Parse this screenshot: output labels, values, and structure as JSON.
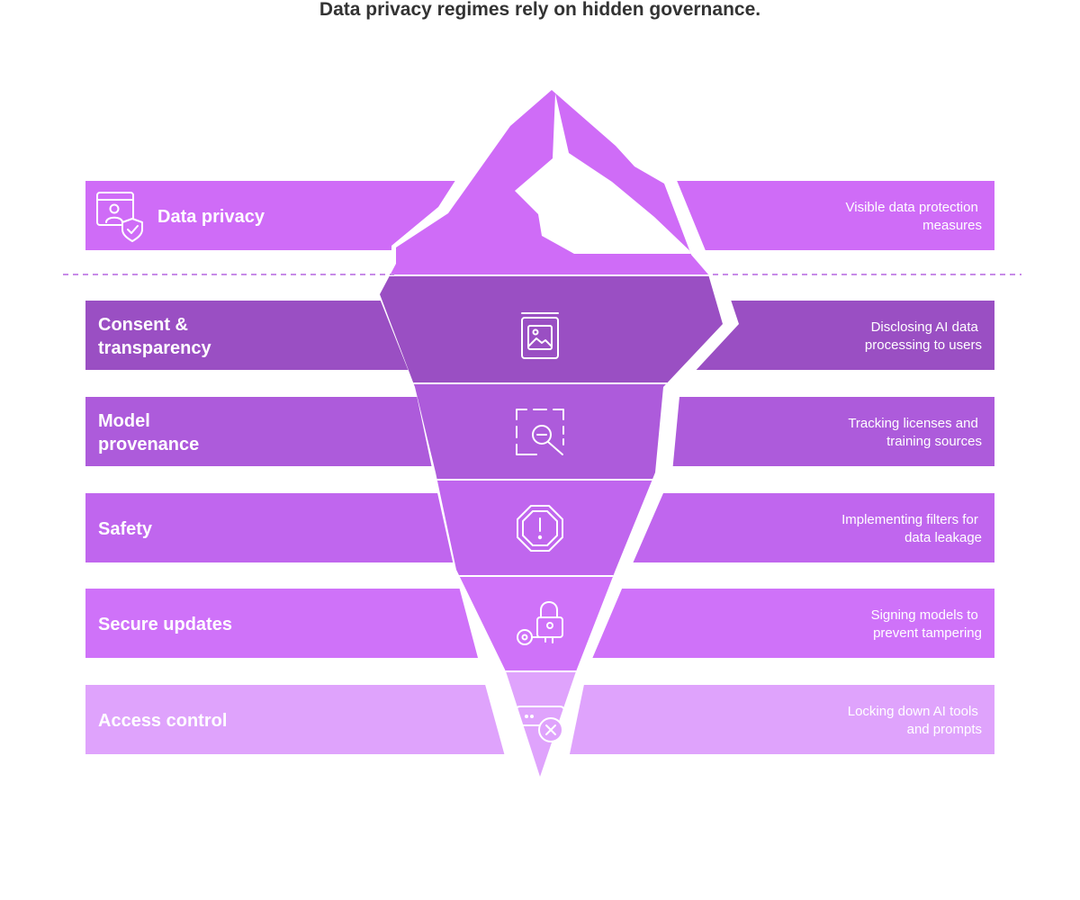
{
  "title": "Data privacy regimes rely on hidden governance.",
  "colors": {
    "tip": "#cf6cf7",
    "waterline": "#c88be8",
    "title": "#333333"
  },
  "layers": [
    {
      "label": [
        "Data privacy"
      ],
      "description": [
        "Visible data protection",
        "measures"
      ],
      "color": "#cf6cf7",
      "icon": "user-shield-icon"
    },
    {
      "label": [
        "Consent &",
        "transparency"
      ],
      "description": [
        "Disclosing AI data",
        "processing to users"
      ],
      "color": "#9a4fc3",
      "icon": "image-book-icon"
    },
    {
      "label": [
        "Model",
        "provenance"
      ],
      "description": [
        "Tracking licenses and",
        "training sources"
      ],
      "color": "#ad5bdb",
      "icon": "magnify-scan-icon"
    },
    {
      "label": [
        "Safety"
      ],
      "description": [
        "Implementing filters for",
        "data leakage"
      ],
      "color": "#c066ee",
      "icon": "warning-octagon-icon"
    },
    {
      "label": [
        "Secure updates"
      ],
      "description": [
        "Signing models to",
        "prevent tampering"
      ],
      "color": "#cf72f9",
      "icon": "key-lock-icon"
    },
    {
      "label": [
        "Access control"
      ],
      "description": [
        "Locking down AI tools",
        "and prompts"
      ],
      "color": "#dfa3fc",
      "icon": "password-denied-icon"
    }
  ]
}
